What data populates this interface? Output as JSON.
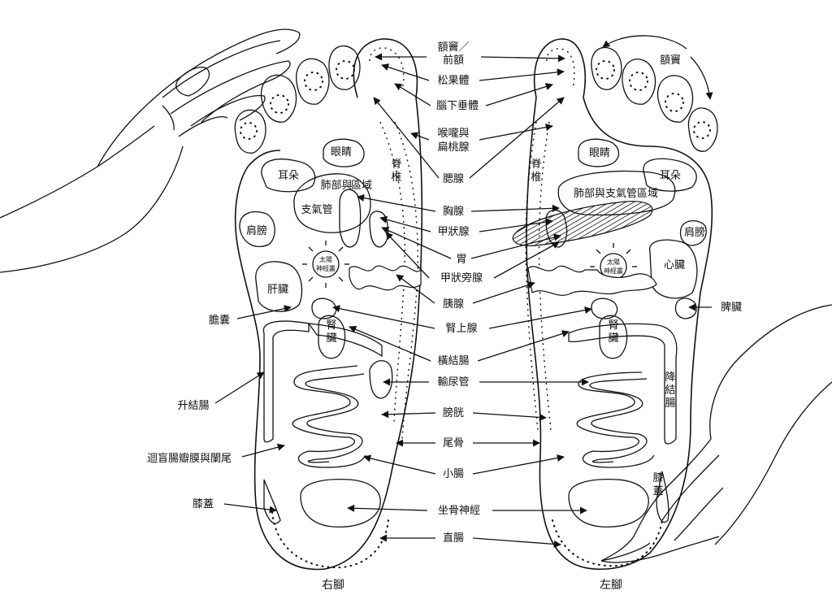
{
  "center_labels": {
    "forehead": "額竇／\n前額",
    "pineal": "松果體",
    "pituitary": "腦下垂體",
    "throat_tonsils": "喉嚨與\n扁桃腺",
    "thymus": "腮腺",
    "chest": "胸腺",
    "thyroid": "甲狀腺",
    "stomach": "胃",
    "parathyroid": "甲狀旁腺",
    "pancreas": "胰腺",
    "adrenal": "腎上腺",
    "transverse_colon": "橫結腸",
    "ureter": "輸尿管",
    "bladder": "膀胱",
    "coccyx": "尾骨",
    "small_intestine": "小腸",
    "sciatic": "坐骨神經",
    "rectum": "直腸"
  },
  "left_side_labels": {
    "gallbladder": "膽囊",
    "ascending_colon": "升結腸",
    "appendix": "迴盲腸瓣膜與闌尾",
    "knee": "膝蓋"
  },
  "right_side_labels": {
    "spleen": "脾臟"
  },
  "foot_labels": {
    "ears": "耳朵",
    "eyes": "眼睛",
    "spine": "脊\n椎",
    "lung_r_1": "肺部與",
    "lung_r_2": "支氣管",
    "lung_r_3": "區域",
    "lung_l": "肺部與支氣管區域",
    "shoulder": "肩膀",
    "liver": "肝臟",
    "heart": "心臟",
    "kidney": "腎\n臟",
    "solar_plexus_1": "太陽",
    "solar_plexus_2": "神經叢",
    "descending_colon": "降\n結\n腸",
    "knee_left": "膝\n蓋",
    "sinus_arc": "額竇"
  },
  "feet": {
    "right": "右腳",
    "left": "左腳"
  }
}
